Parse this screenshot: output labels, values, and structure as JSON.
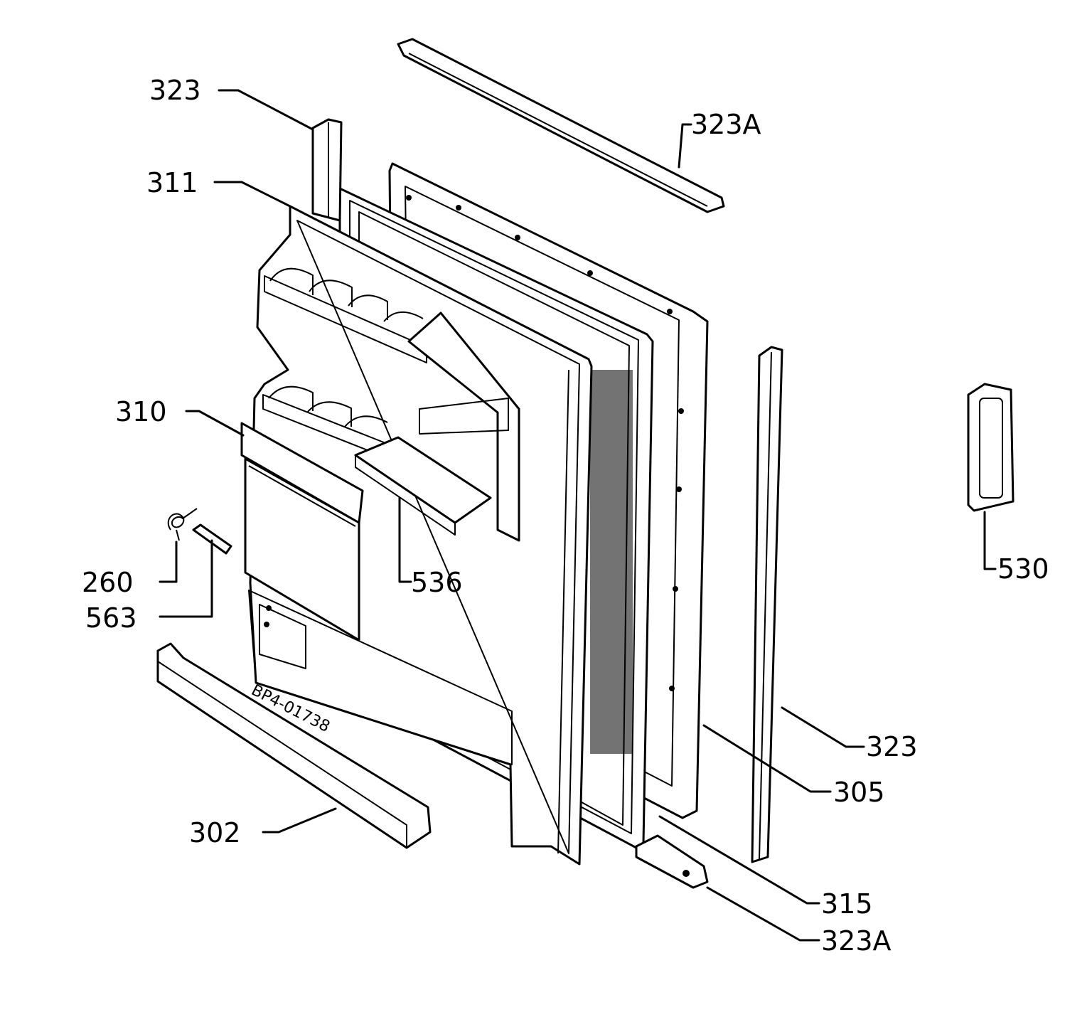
{
  "callouts": {
    "c323_top": "323",
    "c323a_top": "323A",
    "c311": "311",
    "c310": "310",
    "c260": "260",
    "c563": "563",
    "c536": "536",
    "c530": "530",
    "c323_right": "323",
    "c305": "305",
    "c302": "302",
    "c315": "315",
    "c323a_bottom": "323A"
  },
  "stamp": "BP4-01738"
}
